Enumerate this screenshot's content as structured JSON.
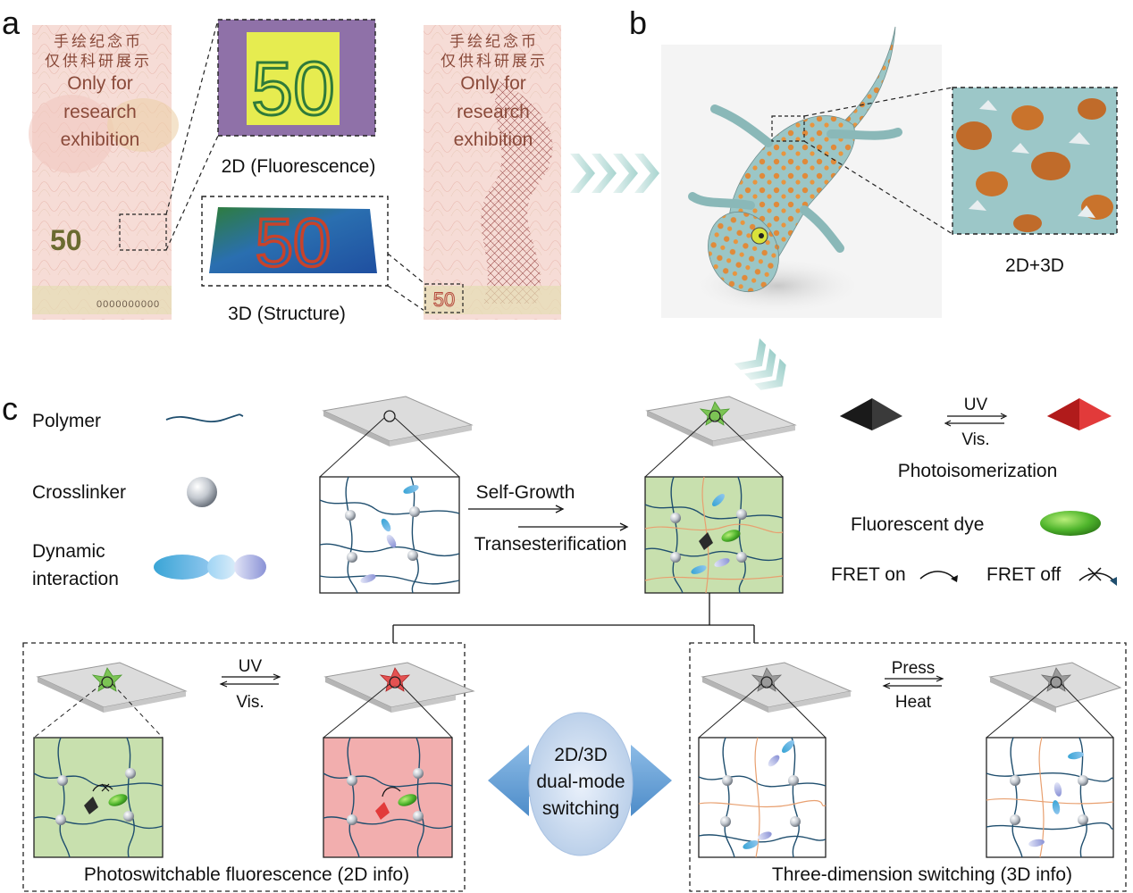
{
  "panel_labels": {
    "a": "a",
    "b": "b",
    "c": "c"
  },
  "panel_a": {
    "banknote_text": [
      "手绘纪念币",
      "仅供科研展示",
      "Only for",
      "research",
      "exhibition"
    ],
    "denomination": "50",
    "serial": "0000000000",
    "caption_2d": "2D (Fluorescence)",
    "caption_3d": "3D (Structure)"
  },
  "panel_b": {
    "caption": "2D+3D"
  },
  "legend": {
    "polymer": "Polymer",
    "crosslinker": "Crosslinker",
    "dynamic_line1": "Dynamic",
    "dynamic_line2": "interaction",
    "photoisomerization": "Photoisomerization",
    "uv": "UV",
    "vis": "Vis.",
    "fluorescent_dye": "Fluorescent dye",
    "fret_on": "FRET on",
    "fret_off": "FRET off"
  },
  "process": {
    "step1": "Self-Growth",
    "step2": "Transesterification"
  },
  "left_box": {
    "uv": "UV",
    "vis": "Vis.",
    "caption": "Photoswitchable fluorescence (2D info)"
  },
  "right_box": {
    "press": "Press",
    "heat": "Heat",
    "caption": "Three-dimension switching (3D info)"
  },
  "center": {
    "line1": "2D/3D",
    "line2": "dual-mode",
    "line3": "switching"
  },
  "colors": {
    "polymer": "#1f4e6e",
    "orange_chain": "#e8a070",
    "green_bg": "#c8e0ae",
    "red_bg": "#f2aeae",
    "banknote": "#f6dcd6",
    "purple": "#8f71a8",
    "yellow": "#e6ec50",
    "arrow_blue": "#6fa4d6"
  }
}
